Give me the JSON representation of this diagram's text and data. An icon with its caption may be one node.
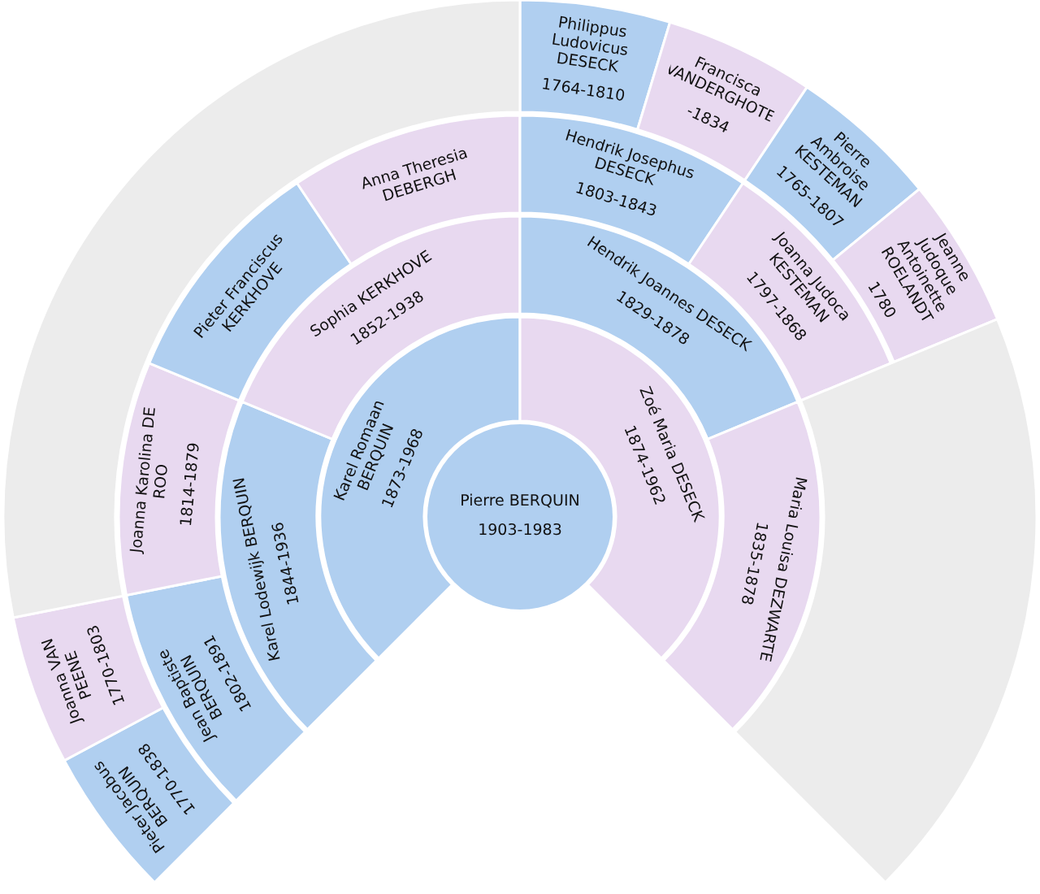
{
  "diagram": {
    "nodes": [
      {
        "text": [
          "Pierre BERQUIN",
          "1903-1983"
        ]
      },
      {
        "text": [
          "Karel Romaan BERQUIN",
          "1873-1968"
        ]
      },
      {
        "text": [
          "Zoé Maria DESECK",
          "1874-1962"
        ]
      },
      {
        "text": [
          "Karel Lodewijk BERQUIN",
          "1844-1936"
        ]
      },
      {
        "text": [
          "Sophia KERKHOVE",
          "1852-1938"
        ]
      },
      {
        "text": [
          "Hendrik Joannes DESECK",
          "1829-1878"
        ]
      },
      {
        "text": [
          "Maria Louisa DEZWARTE",
          "1835-1878"
        ]
      },
      {
        "text": [
          "Jean Baptiste BERQUIN",
          "1802-1891"
        ]
      },
      {
        "text": [
          "Joanna Karolina DE ROO",
          "1814-1879"
        ]
      },
      {
        "text": [
          "Pieter Franciscus KERKHOVE"
        ]
      },
      {
        "text": [
          "Anna Theresia DEBERGH"
        ]
      },
      {
        "text": [
          "Hendrik Josephus DESECK",
          "1803-1843"
        ]
      },
      {
        "text": [
          "Joanna Judoca KESTEMAN",
          "1797-1868"
        ]
      },
      {
        "text": [
          "Pieter Jacobus BERQUIN",
          "1770-1838"
        ]
      },
      {
        "text": [
          "Joanna VAN PEENE",
          "1770-1803"
        ]
      },
      {
        "text": [
          "Philippus Ludovicus DESECK",
          "1764-1810"
        ]
      },
      {
        "text": [
          "Francisca VANDERGHOTE",
          "-1834"
        ]
      },
      {
        "text": [
          "Pierre Ambroise KESTEMAN",
          "1765-1807"
        ]
      },
      {
        "text": [
          "Jeanne Judoque Antoinette ROELANDT",
          "1780"
        ]
      },
      {
        "text": [],
        "shape": "band"
      },
      {
        "text": [],
        "shape": "band"
      }
    ]
  }
}
